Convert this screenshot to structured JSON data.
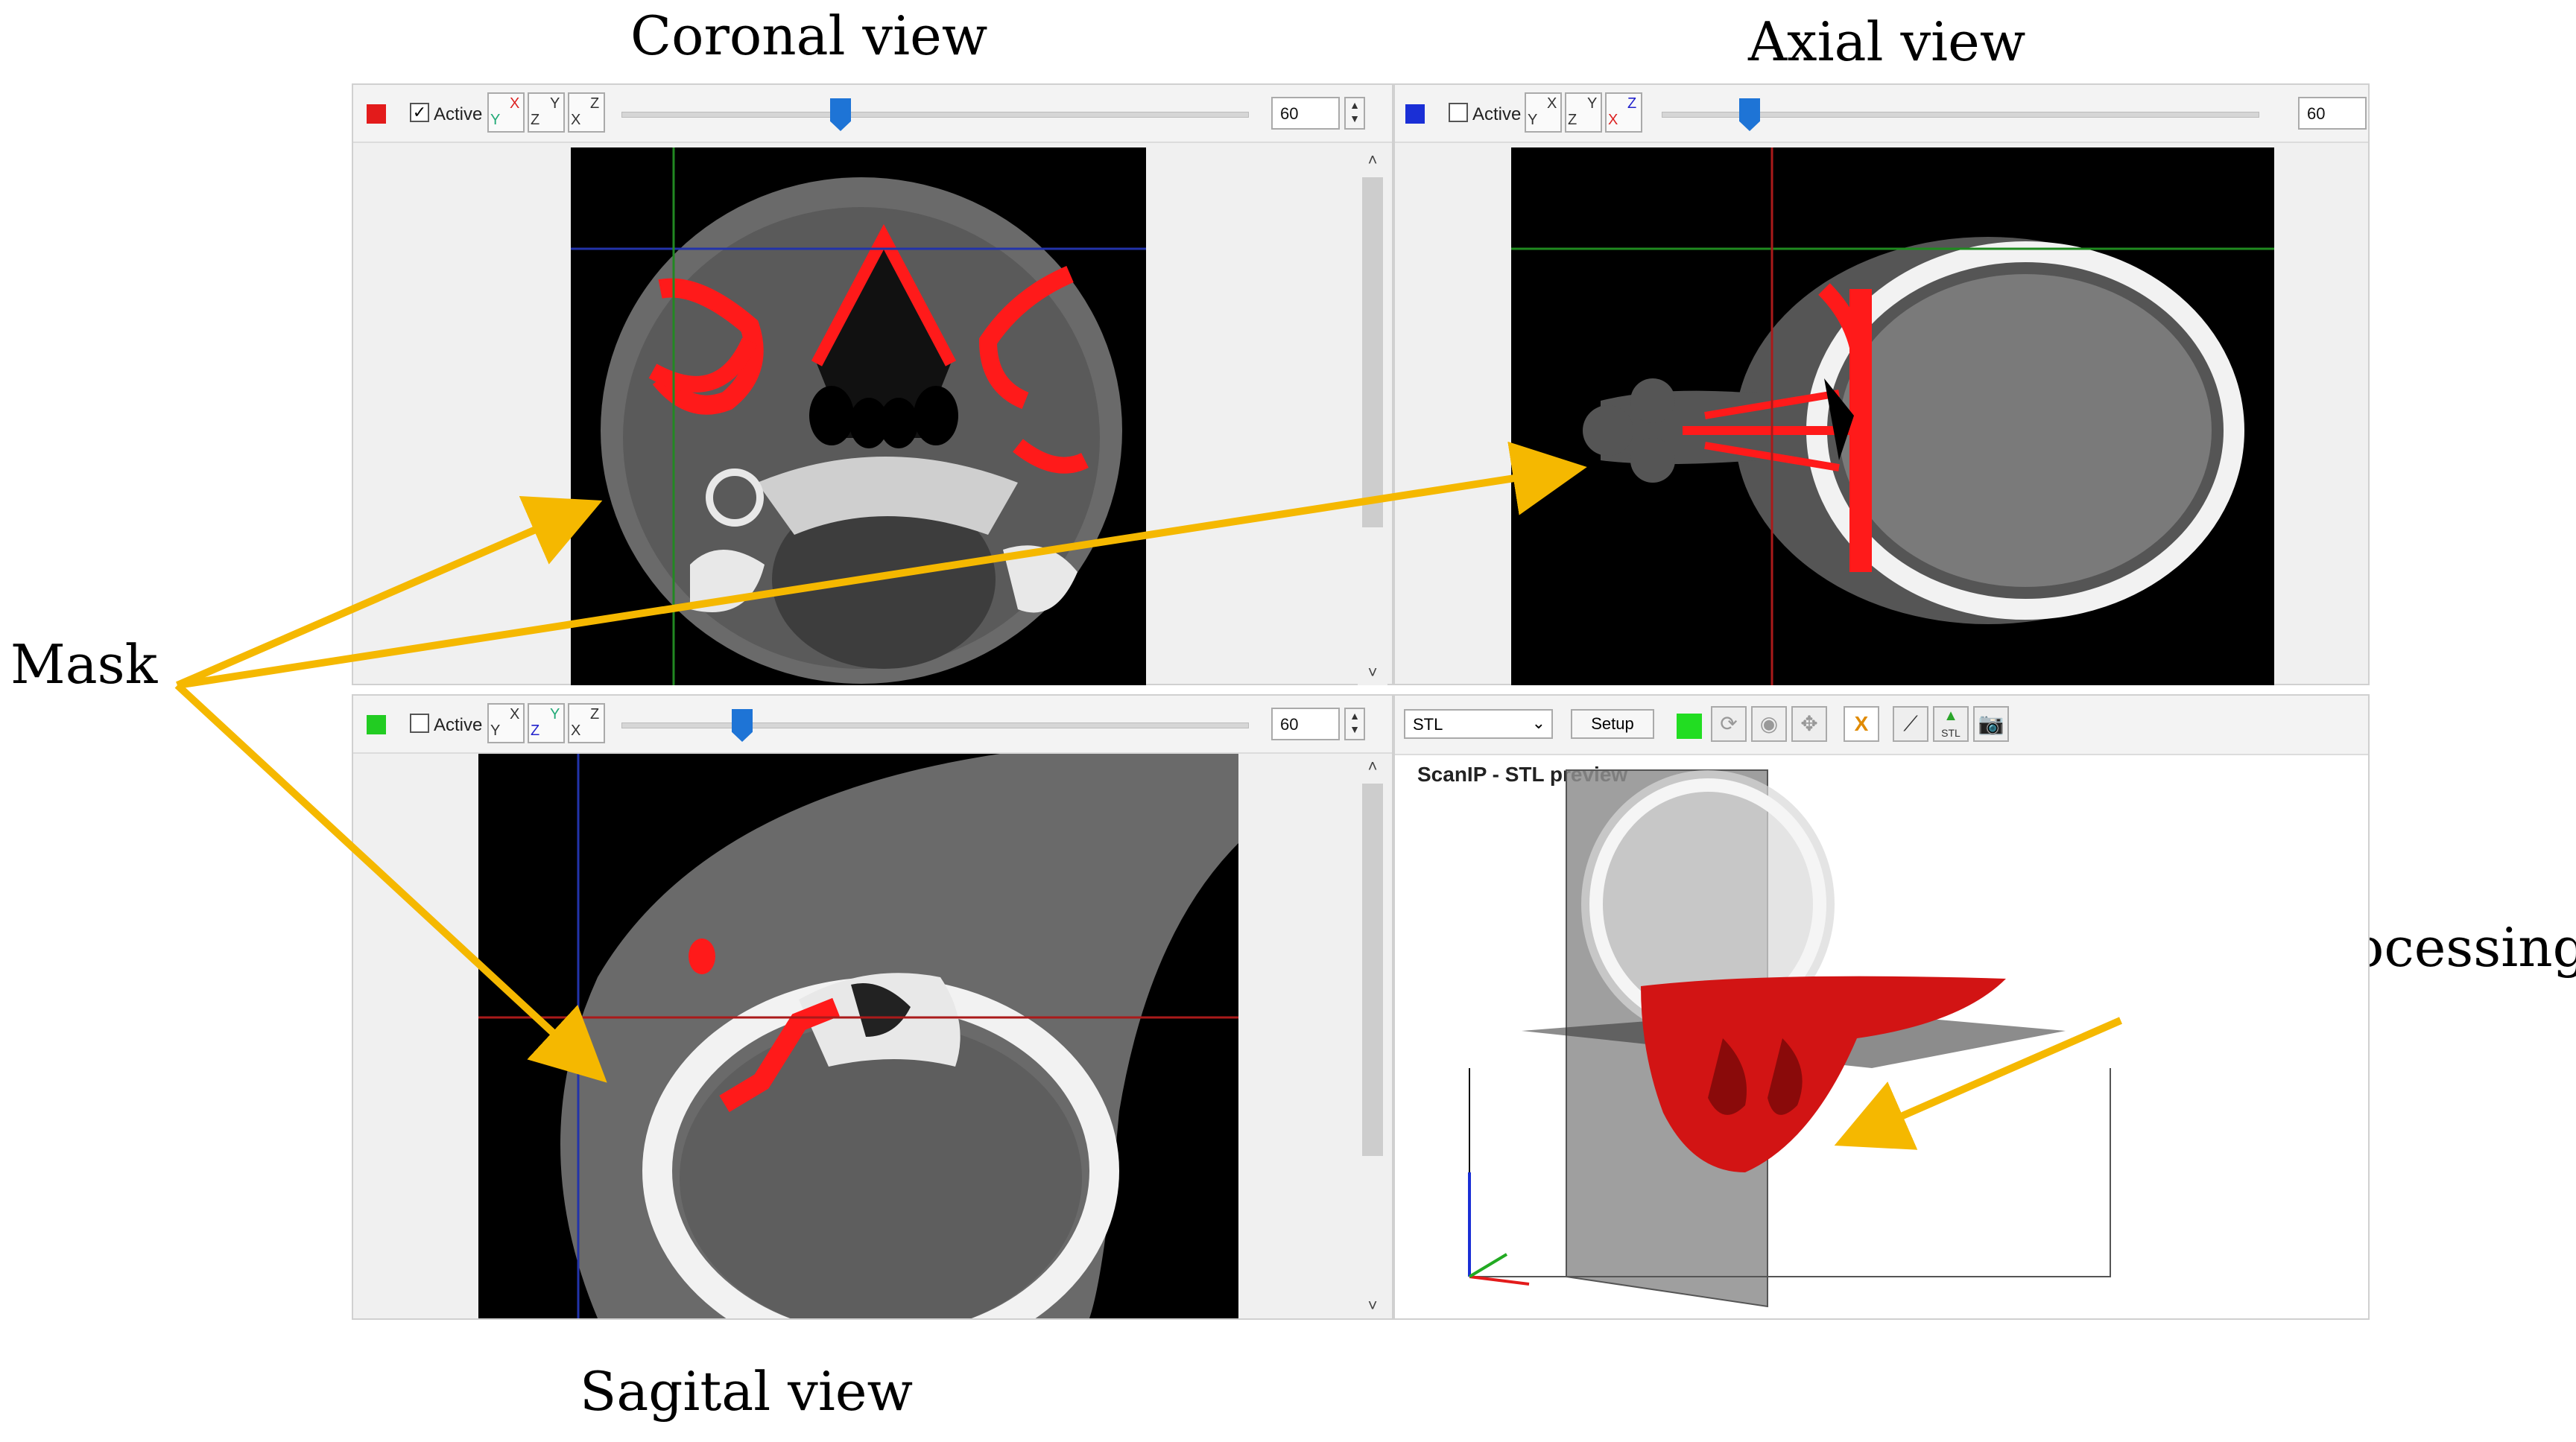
{
  "captions": {
    "coronal": "Coronal view",
    "axial": "Axial view",
    "sagital": "Sagital view",
    "mask": "Mask",
    "biomodel": "Biomodel processing"
  },
  "colors": {
    "mask_red": "#ff1a1a",
    "arrow": "#f5b800",
    "slider": "#1e74d6",
    "green_swatch": "#22cc22",
    "blue_swatch": "#1a2fd6"
  },
  "panels": {
    "coronal": {
      "active_label": "Active",
      "active_checked": true,
      "slice_value": "60",
      "swatch_color": "#e31b1b",
      "slider_position": 0.34
    },
    "axial": {
      "active_label": "Active",
      "active_checked": false,
      "slice_value": "60",
      "swatch_color": "#1a2fd6",
      "slider_position": 0.15
    },
    "sagital": {
      "active_label": "Active",
      "active_checked": false,
      "slice_value": "60",
      "swatch_color": "#22cc22",
      "slider_position": 0.18
    },
    "preview": {
      "format_select": "STL",
      "setup_button": "Setup",
      "title": "ScanIP - STL preview",
      "stl_icon_label": "STL",
      "close_icon_label": "X"
    }
  },
  "axis_buttons": {
    "coronal": [
      [
        "Y",
        "X"
      ],
      [
        "Z",
        "Y"
      ],
      [
        "X",
        "Z"
      ]
    ],
    "axial": [
      [
        "Y",
        "X"
      ],
      [
        "Z",
        "Y"
      ],
      [
        "X",
        "Z"
      ]
    ],
    "sagital": [
      [
        "Y",
        "X"
      ],
      [
        "Z",
        "Y"
      ],
      [
        "X",
        "Z"
      ]
    ]
  }
}
